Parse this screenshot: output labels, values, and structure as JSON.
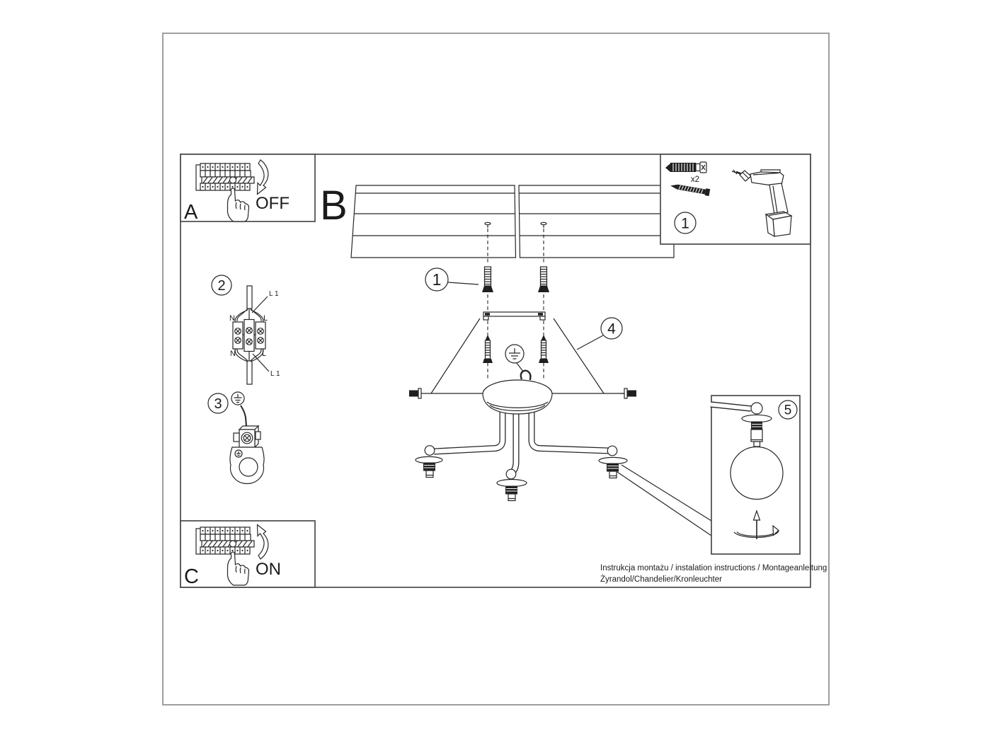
{
  "panels": {
    "a": {
      "label": "A",
      "action": "OFF"
    },
    "b": {
      "label": "B"
    },
    "c": {
      "label": "C",
      "action": "ON"
    }
  },
  "kit": {
    "quantity": "x2"
  },
  "steps": {
    "kit": "1",
    "wall": "1",
    "wiring": "2",
    "ground": "3",
    "mount": "4",
    "bulb": "5"
  },
  "wiring": {
    "n_top": "N",
    "l_top": "L",
    "n_bottom": "N",
    "l_bottom": "L",
    "l1_top": "L 1",
    "l1_bottom": "L 1"
  },
  "footer": {
    "line1": "Instrukcja montażu / instalation instructions / Montageanleitung",
    "line2": "Żyrandol/Chandelier/Kronleuchter"
  },
  "colors": {
    "line": "#262626",
    "page_border": "#9e9e9e",
    "background": "#ffffff"
  }
}
